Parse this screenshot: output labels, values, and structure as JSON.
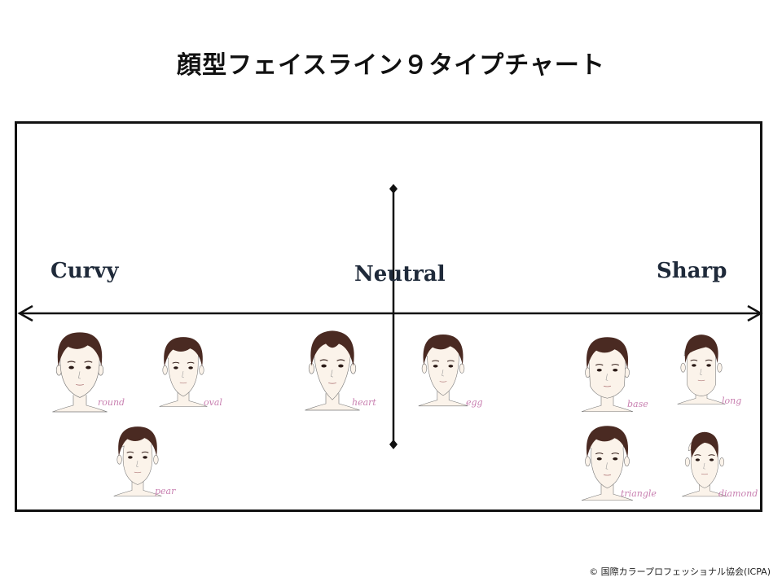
{
  "title": "顔型フェイスライン９タイプチャート",
  "axis": {
    "left_label": "Curvy",
    "center_label": "Neutral",
    "right_label": "Sharp"
  },
  "faces": [
    {
      "label": "round"
    },
    {
      "label": "oval"
    },
    {
      "label": "pear"
    },
    {
      "label": "heart"
    },
    {
      "label": "egg"
    },
    {
      "label": "base"
    },
    {
      "label": "long"
    },
    {
      "label": "triangle"
    },
    {
      "label": "diamond"
    }
  ],
  "colors": {
    "hair": "#4a2a22",
    "skin": "#fbf3ea",
    "label": "#c87fb0",
    "line": "#111111"
  },
  "credit": "© 国際カラープロフェッショナル協会(ICPA)"
}
